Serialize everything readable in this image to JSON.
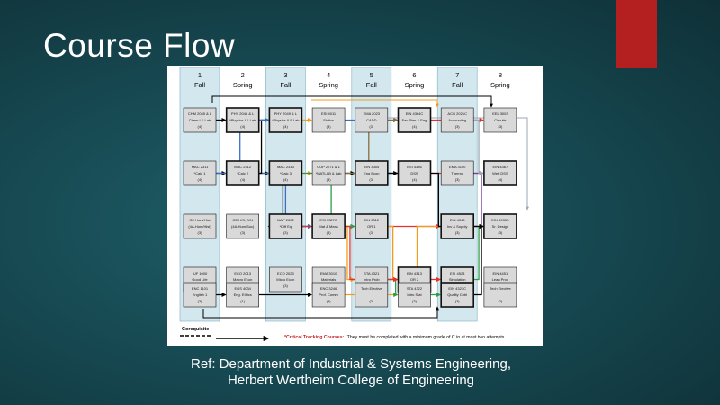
{
  "slide": {
    "title": "Course Flow",
    "caption_line1": "Ref: Department of Industrial & Systems Engineering,",
    "caption_line2": "Herbert Wertheim College of Engineering",
    "accent_color": "#b3201f"
  },
  "flowchart": {
    "semesters": [
      {
        "number": "1",
        "term": "Fall"
      },
      {
        "number": "2",
        "term": "Spring"
      },
      {
        "number": "3",
        "term": "Fall"
      },
      {
        "number": "4",
        "term": "Spring"
      },
      {
        "number": "5",
        "term": "Fall"
      },
      {
        "number": "6",
        "term": "Spring"
      },
      {
        "number": "7",
        "term": "Fall"
      },
      {
        "number": "8",
        "term": "Spring"
      }
    ],
    "courses": [
      {
        "col": 0,
        "row": 0,
        "name": "CHM 2045 & L",
        "sub": "Chem I & Lab",
        "cr": "(4)",
        "bold": false
      },
      {
        "col": 1,
        "row": 0,
        "name": "PHY 2048 & L",
        "sub": "*Physics I & Lab",
        "cr": "(4)",
        "bold": true
      },
      {
        "col": 2,
        "row": 0,
        "name": "PHY 2049 & L",
        "sub": "*Physics II & Lab",
        "cr": "(4)",
        "bold": true
      },
      {
        "col": 3,
        "row": 0,
        "name": "ESI 4011",
        "sub": "Statics",
        "cr": "(3)",
        "bold": false
      },
      {
        "col": 4,
        "row": 0,
        "name": "EMA 2023",
        "sub": "CADD",
        "cr": "(3)",
        "bold": false
      },
      {
        "col": 5,
        "row": 0,
        "name": "EIN 4364C",
        "sub": "Fac Plan & Eng",
        "cr": "(4)",
        "bold": true
      },
      {
        "col": 6,
        "row": 0,
        "name": "ACG 2021C",
        "sub": "Accounting",
        "cr": "(3)",
        "bold": false
      },
      {
        "col": 7,
        "row": 0,
        "name": "EEL 3003",
        "sub": "Circuits",
        "cr": "(3)",
        "bold": false
      },
      {
        "col": 0,
        "row": 1,
        "name": "MAC 2311",
        "sub": "*Calc 1",
        "cr": "(4)",
        "bold": false
      },
      {
        "col": 1,
        "row": 1,
        "name": "MAC 2312",
        "sub": "*Calc 2",
        "cr": "(4)",
        "bold": true
      },
      {
        "col": 2,
        "row": 1,
        "name": "MAC 2313",
        "sub": "*Calc 3",
        "cr": "(4)",
        "bold": true
      },
      {
        "col": 3,
        "row": 1,
        "name": "COP 2271 & L",
        "sub": "*MATLAB & Lab",
        "cr": "(3)",
        "bold": false
      },
      {
        "col": 4,
        "row": 1,
        "name": "EIN 3354",
        "sub": "Eng Econ",
        "cr": "(3)",
        "bold": true
      },
      {
        "col": 5,
        "row": 1,
        "name": "ESI 4356",
        "sub": "DSS",
        "cr": "(4)",
        "bold": true
      },
      {
        "col": 6,
        "row": 1,
        "name": "EMA 3100",
        "sub": "Thermo",
        "cr": "(3)",
        "bold": false
      },
      {
        "col": 7,
        "row": 1,
        "name": "EIN 4367",
        "sub": "Web DSS",
        "cr": "(4)",
        "bold": true
      },
      {
        "col": 0,
        "row": 2,
        "name": "GE Hum/Hist",
        "sub": "(4A-Hum/Hist)",
        "cr": "(3)",
        "bold": false
      },
      {
        "col": 1,
        "row": 2,
        "name": "GE H/S, D/N",
        "sub": "(4A-Hum/Soc)",
        "cr": "(3)",
        "bold": false
      },
      {
        "col": 2,
        "row": 2,
        "name": "MAP 2302",
        "sub": "*Diff Eq",
        "cr": "(3)",
        "bold": true
      },
      {
        "col": 3,
        "row": 2,
        "name": "ESI 3327C",
        "sub": "Mat & Meas",
        "cr": "(4)",
        "bold": true
      },
      {
        "col": 4,
        "row": 2,
        "name": "EIN 3312",
        "sub": "OR 1",
        "cr": "(3)",
        "bold": true
      },
      {
        "col": 5,
        "row": 2,
        "name": "",
        "sub": "",
        "cr": "",
        "bold": false
      },
      {
        "col": 6,
        "row": 2,
        "name": "EIN 4343",
        "sub": "Inv & Supply",
        "cr": "(3)",
        "bold": true
      },
      {
        "col": 7,
        "row": 2,
        "name": "EIN 4933S",
        "sub": "Sr. Design",
        "cr": "(3)",
        "bold": true
      },
      {
        "col": 0,
        "row": 3,
        "name": "IUF 1000",
        "sub": "Good Life",
        "cr": "(3)",
        "bold": false
      },
      {
        "col": 1,
        "row": 3,
        "name": "ECO 2013",
        "sub": "Macro Econ",
        "cr": "(3)",
        "bold": false
      },
      {
        "col": 2,
        "row": 3,
        "name": "ECO 2023",
        "sub": "Micro Econ",
        "cr": "(3)",
        "bold": false
      },
      {
        "col": 3,
        "row": 3,
        "name": "EMA 3010",
        "sub": "Materials",
        "cr": "(3)",
        "bold": false
      },
      {
        "col": 4,
        "row": 3,
        "name": "STA 4321",
        "sub": "Intro Prob",
        "cr": "(3)",
        "bold": false
      },
      {
        "col": 5,
        "row": 3,
        "name": "EIN 4313",
        "sub": "OR 2",
        "cr": "(3)",
        "bold": true
      },
      {
        "col": 6,
        "row": 3,
        "name": "ESI 4523",
        "sub": "Simulation",
        "cr": "(3)",
        "bold": true
      },
      {
        "col": 7,
        "row": 3,
        "name": "EIN 4451",
        "sub": "Lean Prod",
        "cr": "(3)",
        "bold": false
      },
      {
        "col": 0,
        "row": 4,
        "name": "ENC 1101",
        "sub": "English 1",
        "cr": "(3)",
        "bold": false
      },
      {
        "col": 1,
        "row": 4,
        "name": "EGS 4034",
        "sub": "Eng. Ethics",
        "cr": "(1)",
        "bold": false
      },
      {
        "col": 2,
        "row": 4,
        "name": "",
        "sub": "",
        "cr": "",
        "bold": false
      },
      {
        "col": 3,
        "row": 4,
        "name": "ENC 3246",
        "sub": "Prof. Comm",
        "cr": "(3)",
        "bold": false
      },
      {
        "col": 4,
        "row": 4,
        "name": "Tech Elective",
        "sub": "",
        "cr": "(3)",
        "bold": false
      },
      {
        "col": 5,
        "row": 4,
        "name": "STA 4322",
        "sub": "Intro Stat",
        "cr": "(3)",
        "bold": false
      },
      {
        "col": 6,
        "row": 4,
        "name": "EIN 4321C",
        "sub": "Quality Cntrl",
        "cr": "(3)",
        "bold": true
      },
      {
        "col": 7,
        "row": 4,
        "name": "Tech Elective",
        "sub": "",
        "cr": "(2)",
        "bold": false
      }
    ],
    "legend": {
      "corequisite_label": "Corequisite",
      "critical_label": "*Critical Tracking Courses:",
      "critical_text": "They must be completed with a minimum grade of C in at most two attempts."
    },
    "colors": {
      "shaded_column": "#d3e7ef",
      "course_fill": "#d9d9d9",
      "arrow_palette": [
        "#000000",
        "#e4322b",
        "#f29c1f",
        "#3a6fc4",
        "#2c9e47",
        "#7b3fa0",
        "#8a6d3b",
        "#9aa7b5"
      ]
    }
  }
}
